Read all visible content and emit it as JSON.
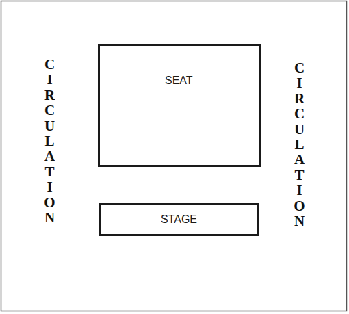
{
  "diagram": {
    "nodes": [
      {
        "text": [
          "SEAT"
        ]
      },
      {
        "text": [
          "STAGE"
        ]
      }
    ],
    "labels": [
      "CIRCULATION",
      "CIRCULATION"
    ]
  }
}
